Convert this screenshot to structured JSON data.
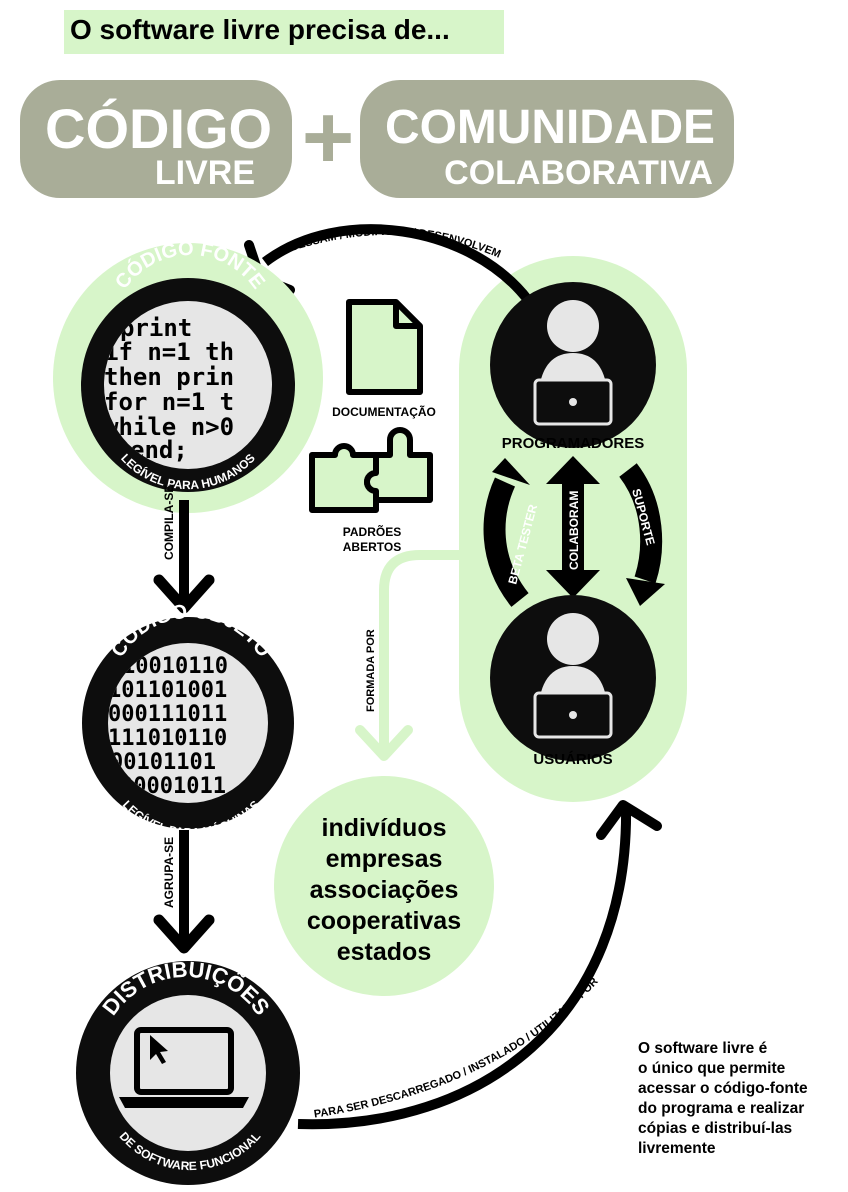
{
  "header": {
    "title": "O software livre precisa de..."
  },
  "pillars": {
    "code": {
      "main": "CÓDIGO",
      "sub": "LIVRE"
    },
    "plus": "+",
    "community": {
      "main": "COMUNIDADE",
      "sub": "COLABORATIVA"
    }
  },
  "flow": {
    "top_arrow": "ACESSAM / MODIFICAM / DESENVOLVEM",
    "compile": "COMPILA-SE",
    "group": "AGRUPA-SE",
    "bottom_arrow": "PARA SER DESCARREGADO / INSTALADO / UTILIZADO POR"
  },
  "source_code": {
    "title": "CÓDIGO FONTE",
    "caption": "LEGÍVEL PARA HUMANOS",
    "lines": [
      "print",
      "if n=1 th",
      "then prin",
      "for n=1 t",
      "while n>0",
      "end;"
    ]
  },
  "object_code": {
    "title": "CÓDIGO OBJETO",
    "caption": "LEGÍVEL PARA MÁQUINAS",
    "lines": [
      "10010110",
      "101101001",
      "000111011",
      "111010110",
      "00101101",
      "00001011"
    ]
  },
  "distributions": {
    "title": "DISTRIBUIÇÕES",
    "caption": "DE SOFTWARE FUNCIONAL"
  },
  "resources": {
    "documentation": "DOCUMENTAÇÃO",
    "open_standards_line1": "PADRÕES",
    "open_standards_line2": "ABERTOS"
  },
  "community": {
    "programmers": "PROGRAMADORES",
    "users": "USUÁRIOS",
    "beta_tester": "BETA TESTER",
    "collaborate": "COLABORAM",
    "support": "SUPORTE",
    "formed_by": "FORMADA POR",
    "members": [
      "indivíduos",
      "empresas",
      "associações",
      "cooperativas",
      "estados"
    ]
  },
  "side_note": {
    "lines": [
      "O software livre é",
      "o único que permite",
      "acessar o código-fonte",
      "do programa e realizar",
      "cópias e distribuí-las",
      "livremente"
    ]
  },
  "colors": {
    "pill_gray": "#a9ad98",
    "light_green": "#d7f5c9",
    "black": "#0d0d0d",
    "light_gray": "#e6e6e6"
  }
}
